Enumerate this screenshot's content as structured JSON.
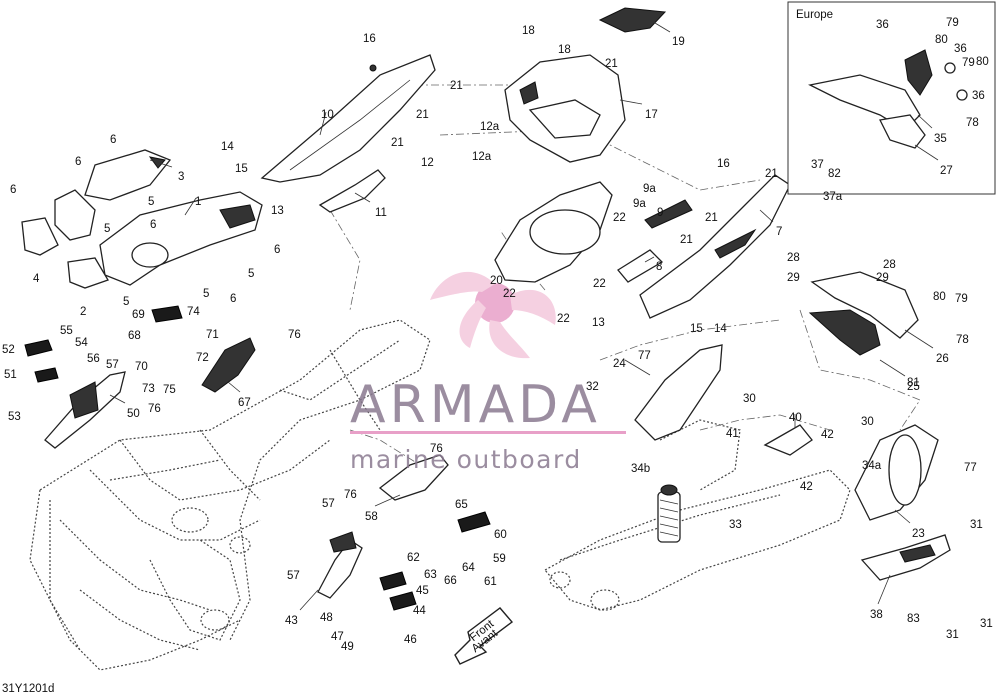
{
  "inset": {
    "title": "Europe"
  },
  "watermark": {
    "brand": "ARMADA",
    "tagline": "marine outboard"
  },
  "front_arrow": {
    "line1": "Front",
    "line2": "Avant"
  },
  "doc_code": "31Y1201d",
  "callouts": {
    "c1": "1",
    "c2": "2",
    "c3": "3",
    "c4": "4",
    "c5a": "5",
    "c5b": "5",
    "c5c": "5",
    "c5d": "5",
    "c5e": "5",
    "c6a": "6",
    "c6b": "6",
    "c6c": "6",
    "c6d": "6",
    "c6e": "6",
    "c6f": "6",
    "c7": "7",
    "c8": "8",
    "c9": "9",
    "c9a1": "9a",
    "c9a2": "9a",
    "c10": "10",
    "c11": "11",
    "c12": "12",
    "c12a1": "12a",
    "c12a2": "12a",
    "c13a": "13",
    "c13b": "13",
    "c14a": "14",
    "c14b": "14",
    "c15a": "15",
    "c15b": "15",
    "c16a": "16",
    "c16b": "16",
    "c17": "17",
    "c18a": "18",
    "c18b": "18",
    "c19": "19",
    "c20": "20",
    "c21a": "21",
    "c21b": "21",
    "c21c": "21",
    "c21d": "21",
    "c21e": "21",
    "c21f": "21",
    "c21g": "21",
    "c22a": "22",
    "c22b": "22",
    "c22c": "22",
    "c22d": "22",
    "c23": "23",
    "c24": "24",
    "c25": "25",
    "c26": "26",
    "c27": "27",
    "c28a": "28",
    "c28b": "28",
    "c29a": "29",
    "c29b": "29",
    "c30a": "30",
    "c30b": "30",
    "c31a": "31",
    "c31b": "31",
    "c31c": "31",
    "c32": "32",
    "c33": "33",
    "c34a": "34a",
    "c34b": "34b",
    "c35": "35",
    "c36a": "36",
    "c36b": "36",
    "c36c": "36",
    "c37": "37",
    "c37a": "37a",
    "c38": "38",
    "c40": "40",
    "c41": "41",
    "c42a": "42",
    "c42b": "42",
    "c43": "43",
    "c44": "44",
    "c45": "45",
    "c46": "46",
    "c47": "47",
    "c48": "48",
    "c49": "49",
    "c50": "50",
    "c51": "51",
    "c52": "52",
    "c53": "53",
    "c54": "54",
    "c55": "55",
    "c56": "56",
    "c57a": "57",
    "c57b": "57",
    "c57c": "57",
    "c58": "58",
    "c59": "59",
    "c60": "60",
    "c61": "61",
    "c62": "62",
    "c63": "63",
    "c64": "64",
    "c65": "65",
    "c66": "66",
    "c67": "67",
    "c68": "68",
    "c69": "69",
    "c70": "70",
    "c71": "71",
    "c72": "72",
    "c73": "73",
    "c74": "74",
    "c75": "75",
    "c76a": "76",
    "c76b": "76",
    "c76c": "76",
    "c76d": "76",
    "c77a": "77",
    "c77b": "77",
    "c78a": "78",
    "c78b": "78",
    "c79a": "79",
    "c79b": "79",
    "c79c": "79",
    "c80a": "80",
    "c80b": "80",
    "c80c": "80",
    "c81": "81",
    "c82": "82",
    "c83": "83"
  }
}
